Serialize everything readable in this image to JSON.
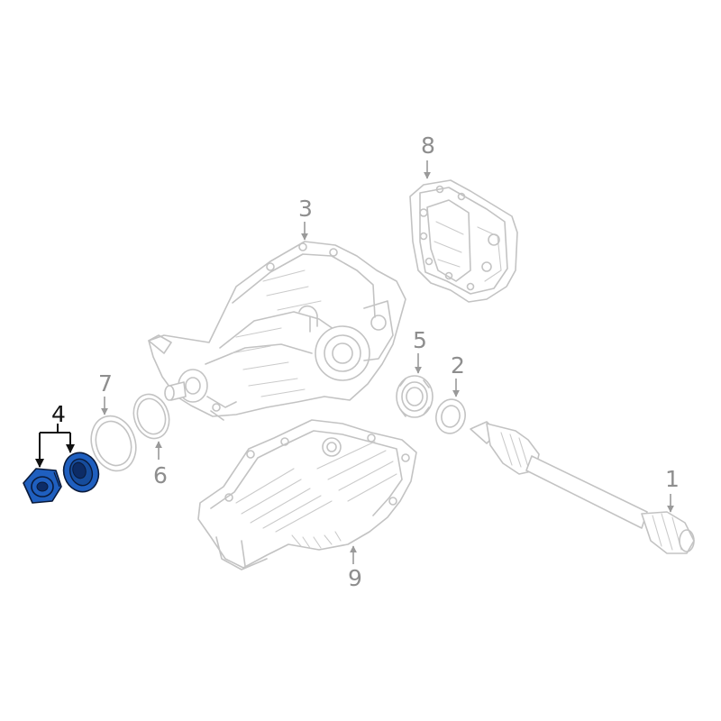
{
  "diagram": {
    "highlight_color": "#1f5fbf",
    "outline_color": "#c3c3c3",
    "label_color": "#8e8e8e",
    "highlight_label_color": "#111111",
    "highlighted_callout": "4",
    "callouts": {
      "c1": "1",
      "c2": "2",
      "c3": "3",
      "c4": "4",
      "c5": "5",
      "c6": "6",
      "c7": "7",
      "c8": "8",
      "c9": "9"
    }
  }
}
